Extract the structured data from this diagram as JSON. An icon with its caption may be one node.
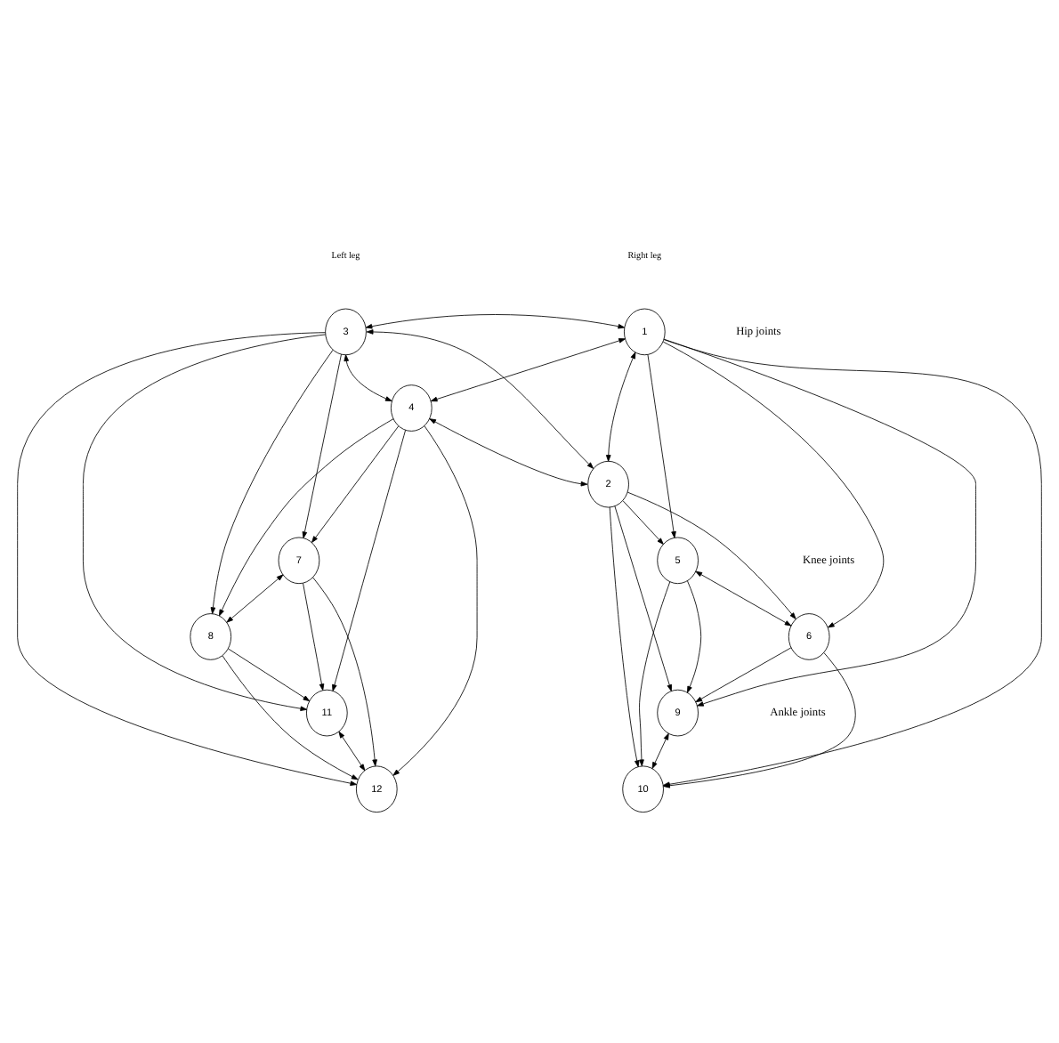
{
  "diagram": {
    "nodes": [
      {
        "text": [
          "3"
        ]
      },
      {
        "text": [
          "1"
        ]
      },
      {
        "text": [
          "2"
        ]
      },
      {
        "text": [
          "4"
        ]
      },
      {
        "text": [
          "7"
        ]
      },
      {
        "text": [
          "5"
        ]
      },
      {
        "text": [
          "8"
        ]
      },
      {
        "text": [
          "6"
        ]
      },
      {
        "text": [
          "11"
        ]
      },
      {
        "text": [
          "9"
        ]
      },
      {
        "text": [
          "12"
        ]
      },
      {
        "text": [
          "10"
        ]
      }
    ],
    "edges": [
      {
        "from": 0,
        "to": 1,
        "arrow": "both"
      },
      {
        "from": 1,
        "to": 2,
        "arrow": "both"
      },
      {
        "from": 0,
        "to": 2,
        "arrow": "both"
      },
      {
        "from": 3,
        "to": 1,
        "arrow": "both"
      },
      {
        "from": 3,
        "to": 2,
        "arrow": "both"
      },
      {
        "from": 0,
        "to": 3,
        "arrow": "both"
      },
      {
        "from": 1,
        "to": 5,
        "arrow": "to"
      },
      {
        "from": 1,
        "to": 9,
        "arrow": "to"
      },
      {
        "from": 1,
        "to": 11,
        "arrow": "to"
      },
      {
        "from": 1,
        "to": 7,
        "arrow": "to"
      },
      {
        "from": 2,
        "to": 5,
        "arrow": "to"
      },
      {
        "from": 2,
        "to": 9,
        "arrow": "to"
      },
      {
        "from": 2,
        "to": 11,
        "arrow": "to"
      },
      {
        "from": 2,
        "to": 7,
        "arrow": "to"
      },
      {
        "from": 0,
        "to": 4,
        "arrow": "to"
      },
      {
        "from": 0,
        "to": 8,
        "arrow": "to"
      },
      {
        "from": 0,
        "to": 10,
        "arrow": "to"
      },
      {
        "from": 0,
        "to": 6,
        "arrow": "to"
      },
      {
        "from": 3,
        "to": 6,
        "arrow": "to"
      },
      {
        "from": 3,
        "to": 10,
        "arrow": "to"
      },
      {
        "from": 3,
        "to": 8,
        "arrow": "to"
      },
      {
        "from": 3,
        "to": 4,
        "arrow": "to"
      },
      {
        "from": 5,
        "to": 7,
        "arrow": "both"
      },
      {
        "from": 7,
        "to": 9,
        "arrow": "to"
      },
      {
        "from": 7,
        "to": 11,
        "arrow": "to"
      },
      {
        "from": 5,
        "to": 9,
        "arrow": "to"
      },
      {
        "from": 5,
        "to": 11,
        "arrow": "to"
      },
      {
        "from": 9,
        "to": 11,
        "arrow": "both"
      },
      {
        "from": 4,
        "to": 6,
        "arrow": "both"
      },
      {
        "from": 4,
        "to": 10,
        "arrow": "to"
      },
      {
        "from": 4,
        "to": 8,
        "arrow": "to"
      },
      {
        "from": 6,
        "to": 8,
        "arrow": "to"
      },
      {
        "from": 6,
        "to": 10,
        "arrow": "to"
      },
      {
        "from": 8,
        "to": 10,
        "arrow": "both"
      }
    ],
    "labels": [
      "Left leg",
      "Right leg",
      "Hip joints",
      "Knee joints",
      "Ankle joints"
    ]
  }
}
